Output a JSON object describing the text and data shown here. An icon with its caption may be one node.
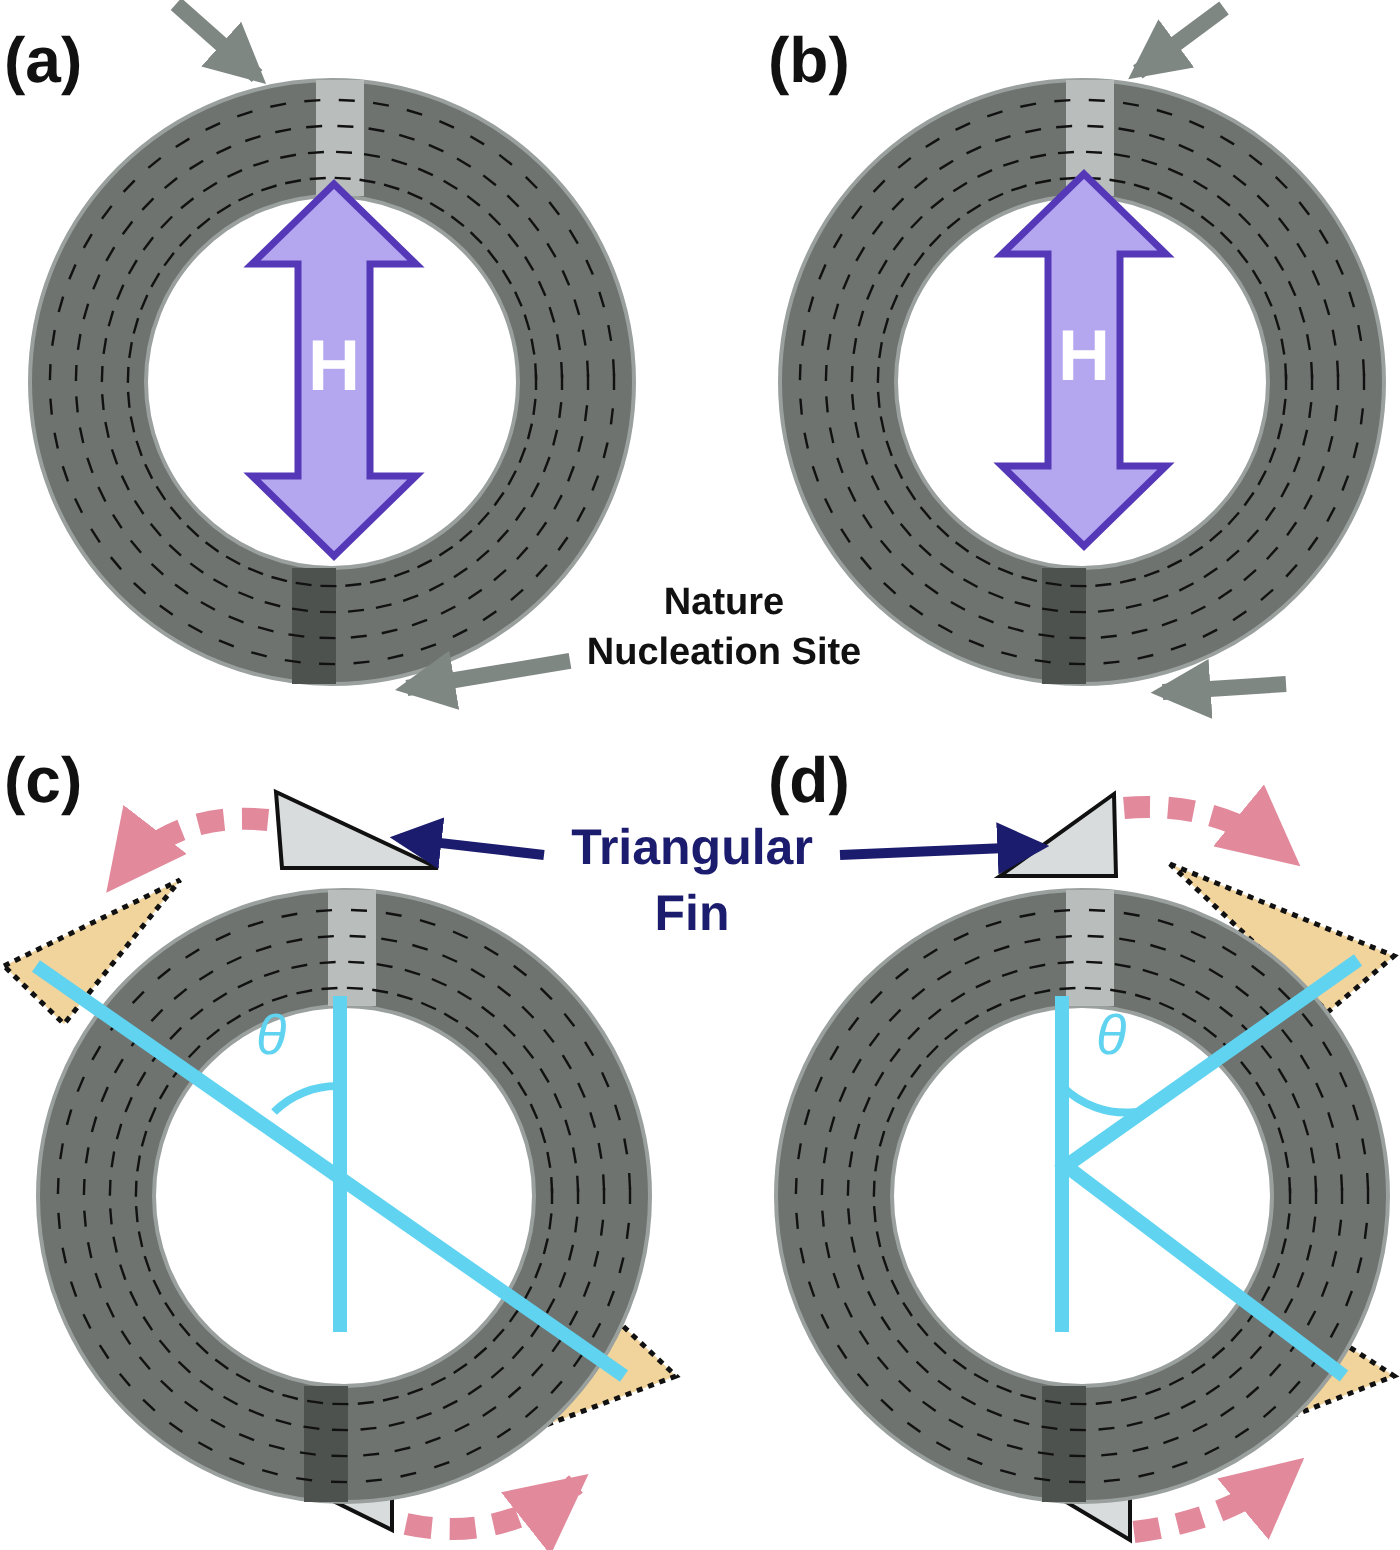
{
  "diagram": {
    "nodes": [
      {
        "text": [],
        "shape": "picture"
      },
      {
        "text": [
          "H"
        ],
        "in": 0
      },
      {
        "text": [],
        "shape": "picture"
      },
      {
        "text": [
          "H"
        ],
        "in": 2
      },
      {
        "text": [
          "Nature Nucleation Site"
        ]
      },
      {
        "text": [],
        "shape": "picture"
      },
      {
        "text": [],
        "shape": "picture"
      },
      {
        "text": [],
        "shape": "triangle"
      },
      {
        "text": [
          "Triangular Fin"
        ]
      },
      {
        "text": [],
        "shape": "triangle"
      }
    ],
    "edges": [
      {
        "from": null,
        "to": 0,
        "arrow": "to"
      },
      {
        "from": null,
        "to": 2,
        "arrow": "to"
      },
      {
        "from": 4,
        "to": 0,
        "arrow": "to"
      },
      {
        "from": null,
        "to": 2,
        "arrow": "to"
      },
      {
        "from": 8,
        "to": 7,
        "arrow": "to",
        "color": "#1c1c6e"
      },
      {
        "from": 8,
        "to": 9,
        "arrow": "to",
        "color": "#1c1c6e"
      }
    ],
    "labels": [
      "(a)",
      "(b)",
      "(c)",
      "(d)",
      "θ",
      "θ"
    ]
  }
}
